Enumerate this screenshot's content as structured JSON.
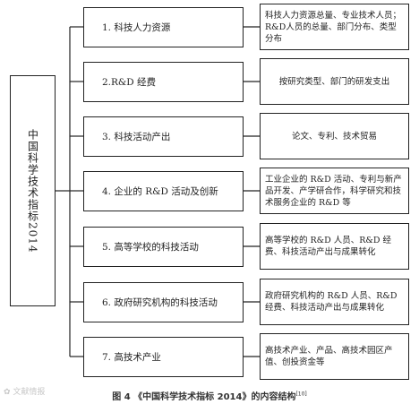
{
  "diagram": {
    "root_label": "中国科学技术指标2014",
    "rows": [
      {
        "category": "1. 科技人力资源",
        "description": "科技人力资源总量、专业技术人员；R&D人员的总量、部门分布、类型分布"
      },
      {
        "category": "2.R&D 经费",
        "description": "按研究类型、部门的研发支出"
      },
      {
        "category": "3. 科技活动产出",
        "description": "论文、专利、技术贸易"
      },
      {
        "category": "4. 企业的 R&D 活动及创新",
        "description": "工业企业的 R&D 活动、专利与新产品开发、产学研合作，科学研究和技术服务企业的 R&D 等"
      },
      {
        "category": "5. 高等学校的科技活动",
        "description": "高等学校的 R&D 人员、R&D 经费、科技活动产出与成果转化"
      },
      {
        "category": "6. 政府研究机构的科技活动",
        "description": "政府研究机构的 R&D 人员、R&D 经费、科技活动产出与成果转化"
      },
      {
        "category": "7. 高技术产业",
        "description": "高技术产业、产品、高技术园区产值、创投资金等"
      }
    ]
  },
  "caption": {
    "text": "图 4 《中国科学技术指标 2014》的内容结构",
    "ref": "[10]"
  },
  "watermark": {
    "text": "文献情报"
  }
}
